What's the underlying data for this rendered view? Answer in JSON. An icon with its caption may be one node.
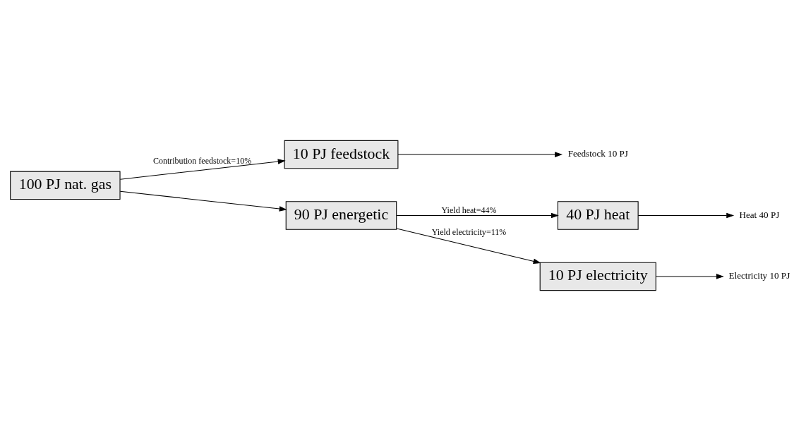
{
  "diagram": {
    "nodes": [
      {
        "text": [
          "100 PJ nat. gas"
        ]
      },
      {
        "text": [
          "10 PJ feedstock"
        ]
      },
      {
        "text": [
          "Feedstock 10 PJ"
        ]
      },
      {
        "text": [
          "40 PJ heat"
        ]
      },
      {
        "text": [
          "Heat 40 PJ"
        ]
      },
      {
        "text": [
          "90 PJ energetic"
        ]
      },
      {
        "text": [
          "10 PJ electricity"
        ]
      },
      {
        "text": [
          "Electricity 10 PJ"
        ]
      }
    ],
    "edges": [
      {
        "from": 0,
        "to": 1,
        "arrow": "to",
        "label": "Contribution feedstock=10%"
      },
      {
        "from": 0,
        "to": 5,
        "arrow": "to"
      },
      {
        "from": 1,
        "to": 2,
        "arrow": "to"
      },
      {
        "from": 5,
        "to": 3,
        "arrow": "to",
        "label": "Yield heat=44%"
      },
      {
        "from": 5,
        "to": 6,
        "arrow": "to",
        "label": "Yield electricity=11%"
      },
      {
        "from": 3,
        "to": 4,
        "arrow": "to"
      },
      {
        "from": 6,
        "to": 7,
        "arrow": "to"
      }
    ]
  }
}
